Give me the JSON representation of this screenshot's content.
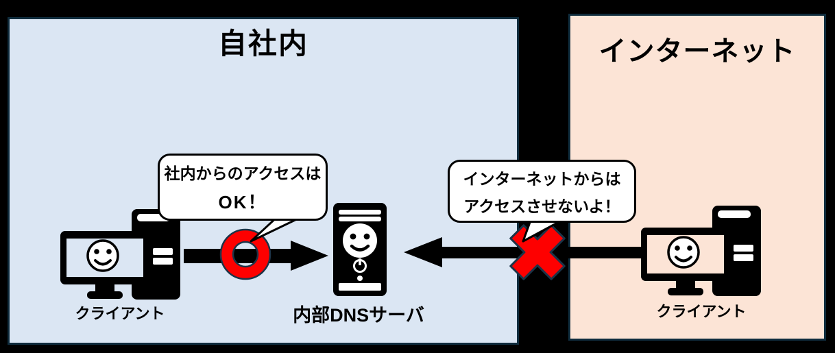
{
  "regions": {
    "internal": {
      "title": "自社内"
    },
    "internet": {
      "title": "インターネット"
    }
  },
  "nodes": {
    "internal_client": {
      "label": "クライアント"
    },
    "dns_server": {
      "label": "内部DNSサーバ"
    },
    "internet_client": {
      "label": "クライアント"
    }
  },
  "callouts": {
    "allow": {
      "line1": "社内からのアクセスは",
      "line2": "OK！"
    },
    "deny": {
      "line1": "インターネットからは",
      "line2": "アクセスさせないよ！"
    }
  },
  "colors": {
    "canvas_bg": "#000000",
    "internal_fill": "#dbe6f3",
    "internet_fill": "#fce4d6",
    "region_border": "#0f2c3d",
    "marker_red": "#fe0000",
    "marker_outline": "#1c3448",
    "bubble_bg": "#ffffff",
    "ink": "#000000"
  }
}
